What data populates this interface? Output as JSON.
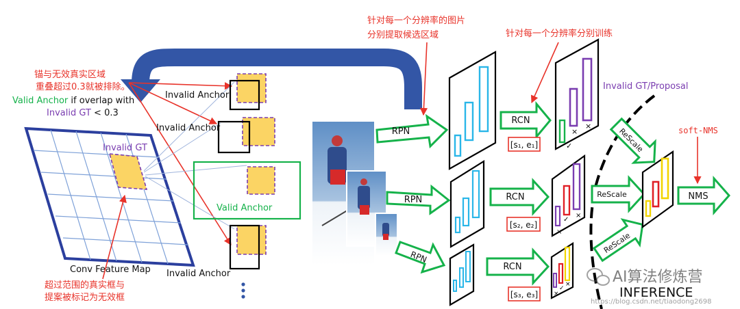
{
  "annotations": {
    "anchor_removal_line1": "锚与无效真实区域",
    "anchor_removal_line2": "重叠超过0.3就被排除。",
    "valid_anchor_green": "Valid Anchor",
    "valid_anchor_rest": " if overlap with",
    "invalid_gt_purple": "Invalid GT",
    "invalid_gt_rest": " < 0.3",
    "mark_invalid_line1": "超过范围的真实框与",
    "mark_invalid_line2": "提案被标记为无效框",
    "per_res_extract_line1": "针对每一个分辨率的图片",
    "per_res_extract_line2": "分别提取候选区域",
    "per_res_train": "针对每一个分辨率分别训练"
  },
  "feature_map": {
    "caption": "Conv Feature Map",
    "invalid_gt_label": "Invalid GT"
  },
  "anchors": {
    "invalid_1": "Invalid Anchor",
    "invalid_2": "Invalid Anchor",
    "valid": "Valid Anchor",
    "invalid_3": "Invalid Anchor"
  },
  "pipeline": {
    "rpn_1": "RPN",
    "rpn_2": "RPN",
    "rpn_3": "RPN",
    "rcn_1": "RCN",
    "rcn_2": "RCN",
    "rcn_3": "RCN",
    "range_1": "[s₁, e₁]",
    "range_2": "[s₂, e₂]",
    "range_3": "[s₃, e₃]",
    "invalid_gt_proposal": "Invalid GT/Proposal",
    "rescale_1": "ReScale",
    "rescale_2": "ReScale",
    "rescale_3": "ReScale",
    "soft_nms": "soft-NMS",
    "nms": "NMS",
    "inference": "INFERENCE"
  },
  "watermark": {
    "brand": "AI算法修炼营",
    "url": "https://blog.csdn.net/tiaodong2698"
  },
  "colors": {
    "annotation_red": "#e8332a",
    "valid_green": "#15b24a",
    "invalid_purple": "#7a3db0",
    "grid_blue": "#2b3f9e",
    "arc_blue": "#3356a6",
    "anchor_fill": "#fbd464",
    "proposal_cyan": "#29b6e8",
    "rcn_yellow": "#f2d400",
    "rcn_red": "#e01f26"
  }
}
